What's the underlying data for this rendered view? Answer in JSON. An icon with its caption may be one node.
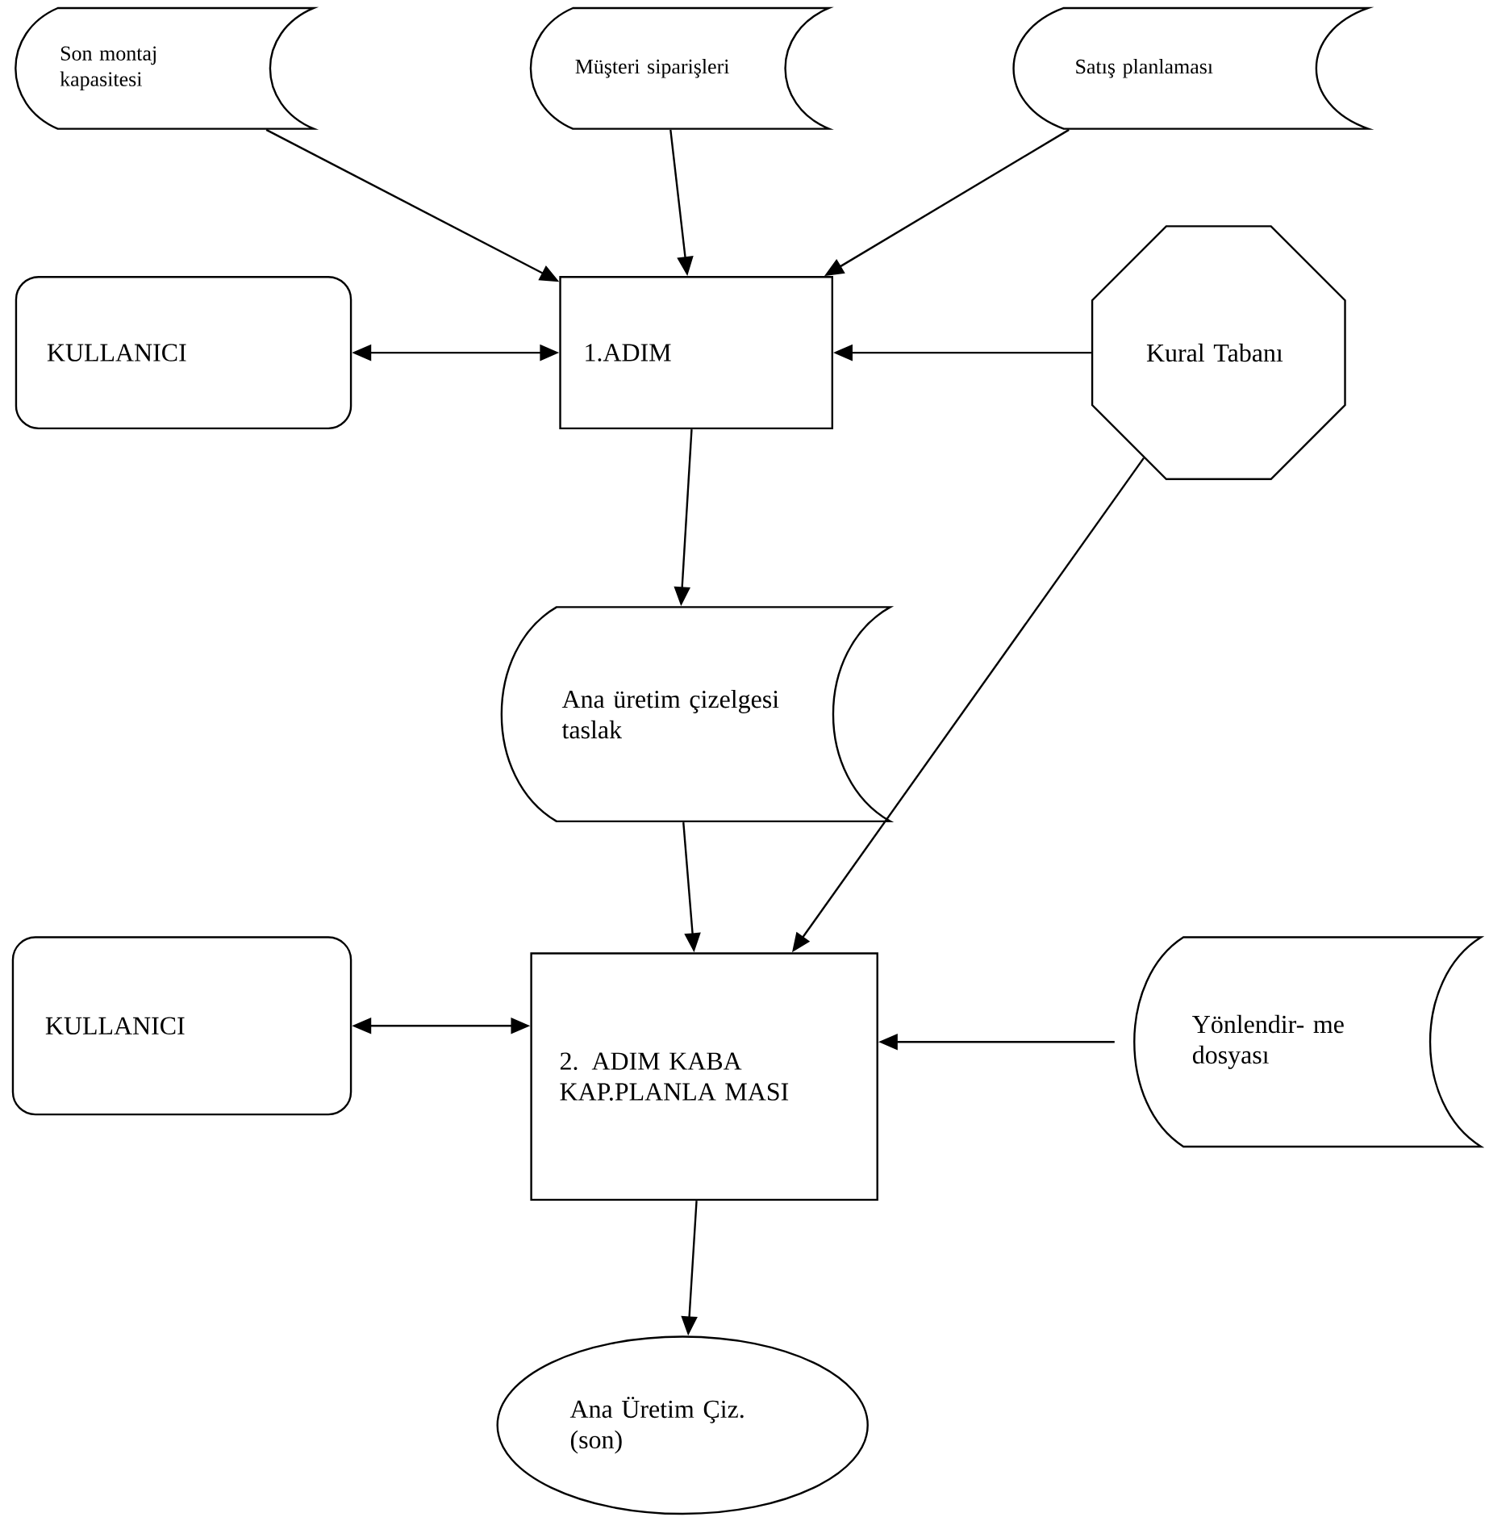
{
  "diagram": {
    "nodes": [
      {
        "text": [
          "Son montaj kapasitesi"
        ]
      },
      {
        "text": [
          "Müşteri siparişleri"
        ]
      },
      {
        "text": [
          "Satış planlaması"
        ]
      },
      {
        "text": [
          "KULLANICI"
        ]
      },
      {
        "text": [
          "1.ADIM"
        ]
      },
      {
        "text": [
          "Kural Tabanı"
        ]
      },
      {
        "text": [
          "Ana üretim çizelgesi taslak"
        ]
      },
      {
        "text": [
          "KULLANICI"
        ]
      },
      {
        "text": [
          "2. ADIM KABA KAP.PLANLA MASI"
        ]
      },
      {
        "text": [
          "Yönlendir- me dosyası"
        ]
      },
      {
        "text": [
          "Ana Üretim Çiz. (son)"
        ]
      }
    ],
    "edges": [
      {
        "from": 0,
        "to": 4,
        "arrow": "to"
      },
      {
        "from": 1,
        "to": 4,
        "arrow": "to"
      },
      {
        "from": 2,
        "to": 4,
        "arrow": "to"
      },
      {
        "from": 3,
        "to": 4,
        "arrow": "both"
      },
      {
        "from": 5,
        "to": 4,
        "arrow": "to"
      },
      {
        "from": 4,
        "to": 6,
        "arrow": "to"
      },
      {
        "from": 5,
        "to": 8,
        "arrow": "to"
      },
      {
        "from": 6,
        "to": 8,
        "arrow": "to"
      },
      {
        "from": 7,
        "to": 8,
        "arrow": "both"
      },
      {
        "from": 9,
        "to": 8,
        "arrow": "to"
      },
      {
        "from": 8,
        "to": 10,
        "arrow": "to"
      }
    ]
  }
}
